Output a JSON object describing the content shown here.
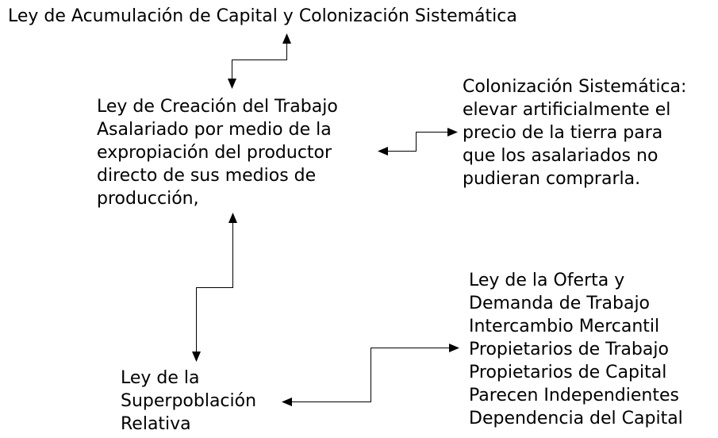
{
  "title": "Ley de Acumulación de Capital y Colonización Sistemática",
  "nodes": {
    "creacion": {
      "lines": [
        "Ley de Creación del Trabajo",
        "Asalariado por medio de la",
        "expropiación del productor",
        "directo de sus medios de",
        "producción,"
      ]
    },
    "colonizacion": {
      "lines": [
        "Colonización Sistemática:",
        "elevar artificialmente el",
        "precio de la tierra para",
        "que los asalariados no",
        "pudieran comprarla."
      ]
    },
    "oferta": {
      "lines": [
        "Ley de la Oferta y",
        "Demanda de Trabajo",
        "Intercambio Mercantil",
        "Propietarios de Trabajo",
        "Propietarios de Capital",
        "Parecen Independientes",
        "Dependencia del Capital"
      ]
    },
    "superpoblacion": {
      "lines": [
        "Ley de la",
        "Superpoblación",
        "Relativa"
      ]
    }
  }
}
